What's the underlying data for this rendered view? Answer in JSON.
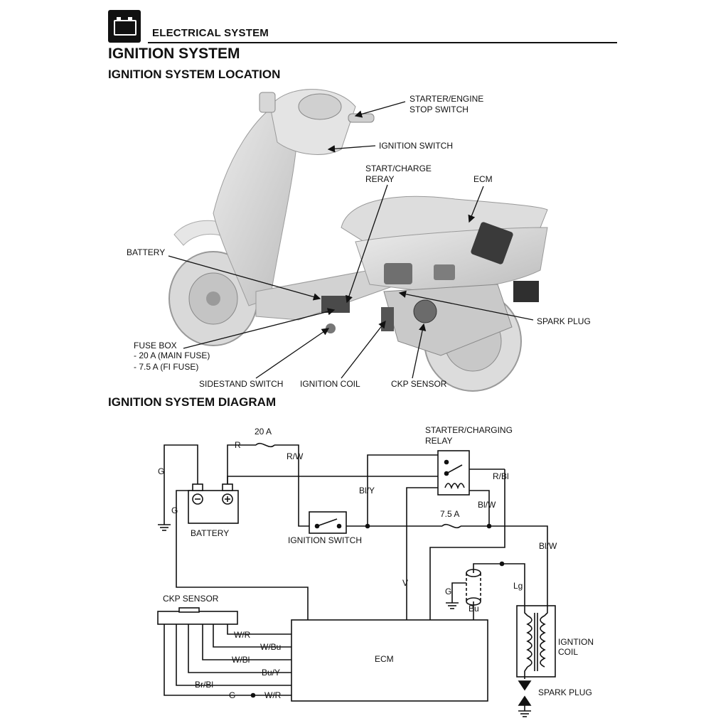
{
  "header": {
    "section_title": "ELECTRICAL SYSTEM",
    "page_title": "IGNITION SYSTEM",
    "location_heading": "IGNITION SYSTEM LOCATION",
    "diagram_heading": "IGNITION SYSTEM DIAGRAM",
    "section_icon": "battery-icon"
  },
  "location_callouts": {
    "starter_engine_stop_switch": [
      "STARTER/ENGINE",
      "STOP SWITCH"
    ],
    "ignition_switch": "IGNITION SWITCH",
    "start_charge_relay": [
      "START/CHARGE",
      "RERAY"
    ],
    "ecm": "ECM",
    "battery": "BATTERY",
    "spark_plug": "SPARK PLUG",
    "fuse_box": [
      "FUSE BOX",
      "- 20 A (MAIN FUSE)",
      "- 7.5 A (FI FUSE)"
    ],
    "sidestand_switch": "SIDESTAND SWITCH",
    "ignition_coil": "IGNITION COIL",
    "ckp_sensor": "CKP SENSOR"
  },
  "diagram": {
    "fuse_main": "20 A",
    "fuse_fi": "7.5 A",
    "relay": [
      "STARTER/CHARGING",
      "RELAY"
    ],
    "battery": "BATTERY",
    "ignition_switch": "IGNITION SWITCH",
    "ckp_sensor": "CKP SENSOR",
    "ecm": "ECM",
    "ignition_coil": [
      "IGNTION",
      "COIL"
    ],
    "spark_plug": "SPARK PLUG",
    "battery_minus": "⊖",
    "battery_plus": "⊕",
    "wires": {
      "g_left": "G",
      "r": "R",
      "rw": "R/W",
      "g_left2": "G",
      "bly": "Bl/Y",
      "rbl": "R/Bl",
      "blw_1": "Bl/W",
      "blw_2": "Bl/W",
      "v": "V",
      "g_ground": "G",
      "bu": "Bu",
      "lg": "Lg",
      "ckp_1": "W/R",
      "ckp_2": "W/Bu",
      "ckp_3": "W/Bl",
      "ckp_4": "Bu/Y",
      "ckp_5": "Br/Bl",
      "ckp_6_g": "G",
      "ckp_6_wr": "W/R"
    }
  }
}
